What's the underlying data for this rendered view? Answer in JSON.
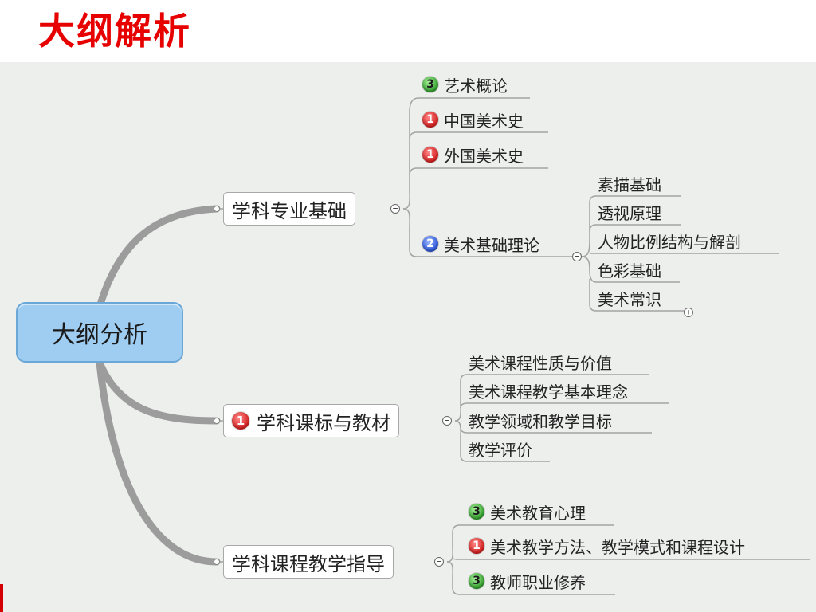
{
  "title": "大纲解析",
  "root": {
    "label": "大纲分析"
  },
  "branches": [
    {
      "label": "学科专业基础",
      "children": [
        {
          "label": "艺术概论",
          "priority": "3"
        },
        {
          "label": "中国美术史",
          "priority": "1"
        },
        {
          "label": "外国美术史",
          "priority": "1"
        },
        {
          "label": "美术基础理论",
          "priority": "2",
          "children": [
            {
              "label": "素描基础"
            },
            {
              "label": "透视原理"
            },
            {
              "label": "人物比例结构与解剖"
            },
            {
              "label": "色彩基础"
            },
            {
              "label": "美术常识"
            }
          ]
        }
      ]
    },
    {
      "label": "学科课标与教材",
      "priority": "1",
      "children": [
        {
          "label": "美术课程性质与价值"
        },
        {
          "label": "美术课程教学基本理念"
        },
        {
          "label": "教学领域和教学目标"
        },
        {
          "label": "教学评价"
        }
      ]
    },
    {
      "label": "学科课程教学指导",
      "children": [
        {
          "label": "美术教育心理",
          "priority": "3"
        },
        {
          "label": "美术教学方法、教学模式和课程设计",
          "priority": "1"
        },
        {
          "label": "教师职业修养",
          "priority": "3"
        }
      ]
    }
  ],
  "toggles": {
    "collapse": "−",
    "expand": "+"
  },
  "colors": {
    "title": "#e60000",
    "canvas": "#edefed",
    "root_fill": "#9fcdf2",
    "priority_1": "#d41e1e",
    "priority_2": "#2d55d8",
    "priority_3": "#2f9d2a",
    "connector": "#a3a3a3"
  }
}
